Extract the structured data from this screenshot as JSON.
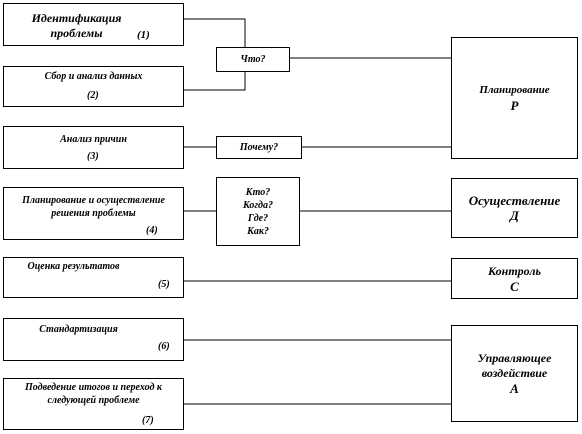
{
  "steps": [
    {
      "title": "Идентификация проблемы",
      "num": "(1)"
    },
    {
      "title": "Сбор и анализ данных",
      "num": "(2)"
    },
    {
      "title": "Анализ причин",
      "num": "(3)"
    },
    {
      "title": "Планирование и осуществление решения проблемы",
      "num": "(4)"
    },
    {
      "title": "Оценка результатов",
      "num": "(5)"
    },
    {
      "title": "Стандартизация",
      "num": "(6)"
    },
    {
      "title": "Подведение итогов и переход к следующей проблеме",
      "num": "(7)"
    }
  ],
  "questions": {
    "what": "Что?",
    "why": "Почему?",
    "who": "Кто?",
    "when": "Когда?",
    "where": "Где?",
    "how": "Как?"
  },
  "pdca": {
    "plan": {
      "label": "Планирование",
      "letter": "P"
    },
    "do": {
      "label": "Осуществление",
      "letter": "Д"
    },
    "check": {
      "label": "Контроль",
      "letter": "C"
    },
    "act": {
      "label": "Управляющее воздействие",
      "letter": "A"
    }
  }
}
